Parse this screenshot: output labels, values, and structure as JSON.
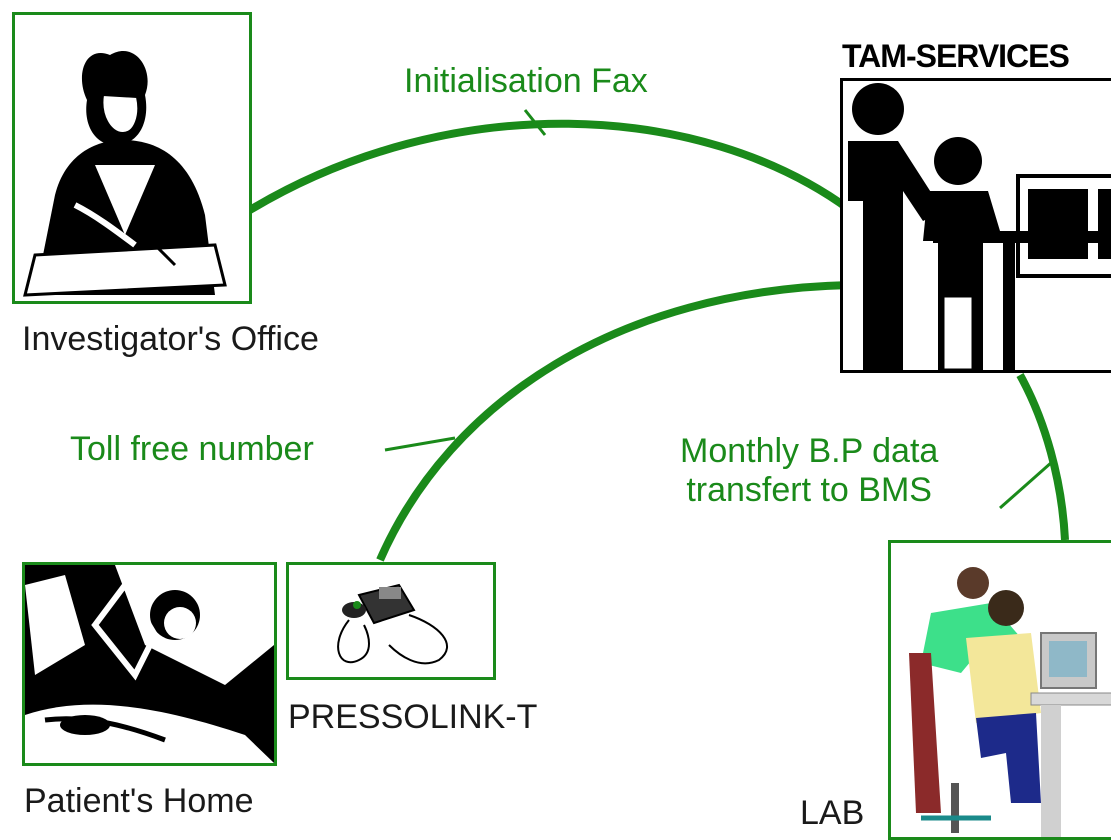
{
  "nodes": {
    "investigator": {
      "label": "Investigator's Office"
    },
    "tam": {
      "label": "TAM-SERVICES"
    },
    "patient": {
      "label": "Patient's Home"
    },
    "pressolink": {
      "label": "PRESSOLINK-T"
    },
    "lab": {
      "label": "LAB"
    }
  },
  "links": {
    "fax": {
      "label": "Initialisation Fax"
    },
    "toll": {
      "label": "Toll free number"
    },
    "monthly": {
      "line1": "Monthly B.P data",
      "line2": "transfert to BMS"
    }
  },
  "colors": {
    "accent": "#1a8a1a",
    "ink": "#000000"
  }
}
